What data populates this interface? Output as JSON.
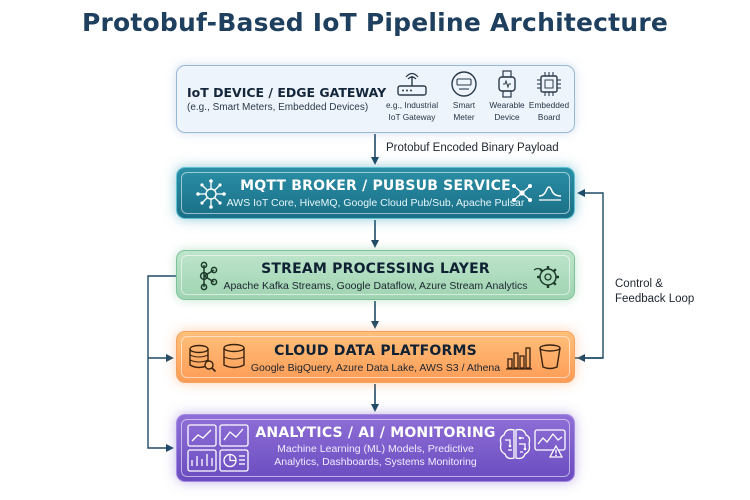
{
  "title": "Protobuf-Based IoT Pipeline Architecture",
  "device": {
    "title": "IoT DEVICE / EDGE GATEWAY",
    "subtitle": "(e.g., Smart Meters, Embedded Devices)",
    "items": [
      {
        "icon": "gateway-router-icon",
        "label_1": "e.g., Industrial",
        "label_2": "IoT Gateway"
      },
      {
        "icon": "smart-meter-icon",
        "label_1": "Smart",
        "label_2": "Meter"
      },
      {
        "icon": "smartwatch-icon",
        "label_1": "Wearable",
        "label_2": "Device"
      },
      {
        "icon": "chip-board-icon",
        "label_1": "Embedded",
        "label_2": "Board"
      }
    ]
  },
  "edges": {
    "payload": "Protobuf Encoded Binary Payload",
    "feedback_1": "Control &",
    "feedback_2": "Feedback Loop"
  },
  "layers": {
    "broker": {
      "title": "MQTT BROKER / PUBSUB SERVICE",
      "subtitle": "AWS IoT Core, HiveMQ, Google Cloud Pub/Sub, Apache Pulsar"
    },
    "stream": {
      "title": "STREAM PROCESSING LAYER",
      "subtitle": "Apache Kafka Streams, Google Dataflow, Azure Stream Analytics"
    },
    "cloud": {
      "title": "CLOUD DATA PLATFORMS",
      "subtitle": "Google BigQuery, Azure Data Lake, AWS S3 / Athena"
    },
    "analytics": {
      "title": "ANALYTICS / AI / MONITORING",
      "subtitle_1": "Machine Learning (ML) Models, Predictive",
      "subtitle_2": "Analytics, Dashboards, Systems Monitoring"
    }
  },
  "colors": {
    "title": "#1e3f5e",
    "device": "#eef4fb",
    "broker": "#1a6f86",
    "stream": "#a8d9b8",
    "cloud": "#fd9c57",
    "analytics": "#6a4cc0",
    "arrow": "#1f4a66"
  }
}
